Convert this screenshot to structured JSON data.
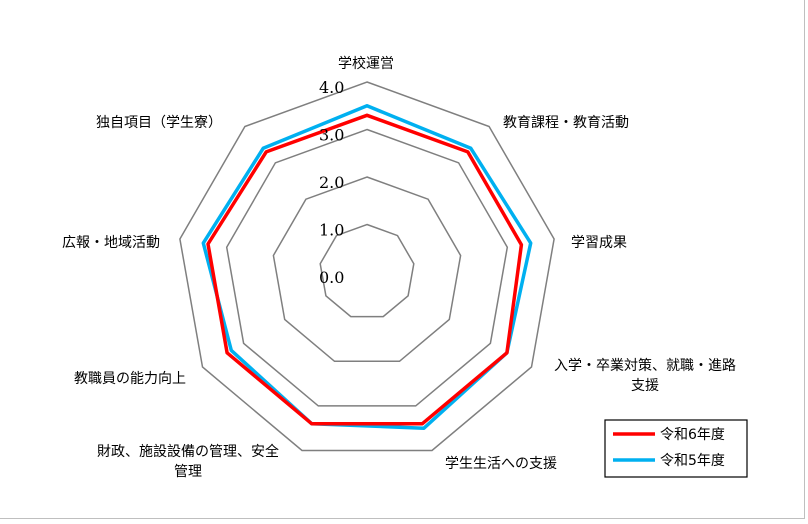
{
  "chart_data": {
    "type": "radar",
    "axes": [
      "学校運営",
      "教育課程・教育活動",
      "学習成果",
      "入学・卒業対策、就職・進路\n支援",
      "学生生活への支援",
      "財政、施設設備の管理、安全\n管理",
      "教職員の能力向上",
      "広報・地域活動",
      "独自項目（学生寮）"
    ],
    "ticks": [
      "0.0",
      "1.0",
      "2.0",
      "3.0",
      "4.0"
    ],
    "rlim": [
      0,
      4
    ],
    "series": [
      {
        "name": "令和6年度",
        "color": "#ff0000",
        "values": [
          3.3,
          3.3,
          3.3,
          3.4,
          3.4,
          3.4,
          3.4,
          3.4,
          3.3
        ]
      },
      {
        "name": "令和5年度",
        "color": "#00b0f0",
        "values": [
          3.5,
          3.4,
          3.5,
          3.4,
          3.5,
          3.4,
          3.3,
          3.5,
          3.4
        ]
      }
    ],
    "grid": true,
    "legend": "bottom-right"
  }
}
